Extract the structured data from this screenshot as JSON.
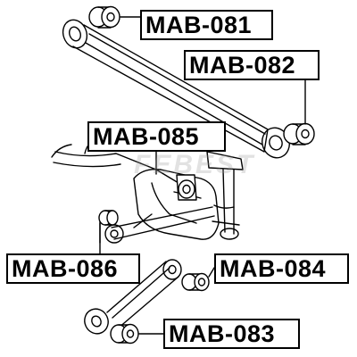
{
  "parts": {
    "mab_081": "MAB-081",
    "mab_082": "MAB-082",
    "mab_085": "MAB-085",
    "mab_086": "MAB-086",
    "mab_084": "MAB-084",
    "mab_083": "MAB-083"
  },
  "watermark": "FEBEST",
  "colors": {
    "line": "#000000",
    "background": "#ffffff",
    "watermark": "#969696"
  }
}
